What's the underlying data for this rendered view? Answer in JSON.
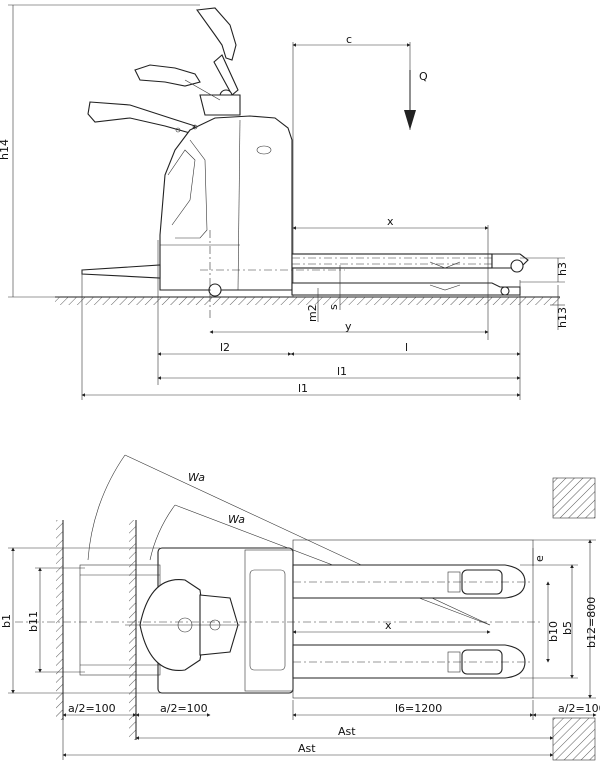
{
  "side_view": {
    "labels": {
      "c": "c",
      "q": "Q",
      "h14": "h14",
      "x": "x",
      "h3": "h3",
      "h13": "h13",
      "m2": "m2",
      "s": "s",
      "y": "y",
      "l2": "l2",
      "l": "l",
      "l1_upper": "l1",
      "l1_lower": "l1"
    }
  },
  "top_view": {
    "labels": {
      "wa_outer": "Wa",
      "wa_inner": "Wa",
      "b1": "b1",
      "b11": "b11",
      "x": "x",
      "e": "e",
      "b10": "b10",
      "b5": "b5",
      "b12": "b12=800",
      "a2_left": "a/2=100",
      "a2_mid": "a/2=100",
      "l6": "l6=1200",
      "a2_right": "a/2=100",
      "ast_inner": "Ast",
      "ast_outer": "Ast"
    }
  }
}
